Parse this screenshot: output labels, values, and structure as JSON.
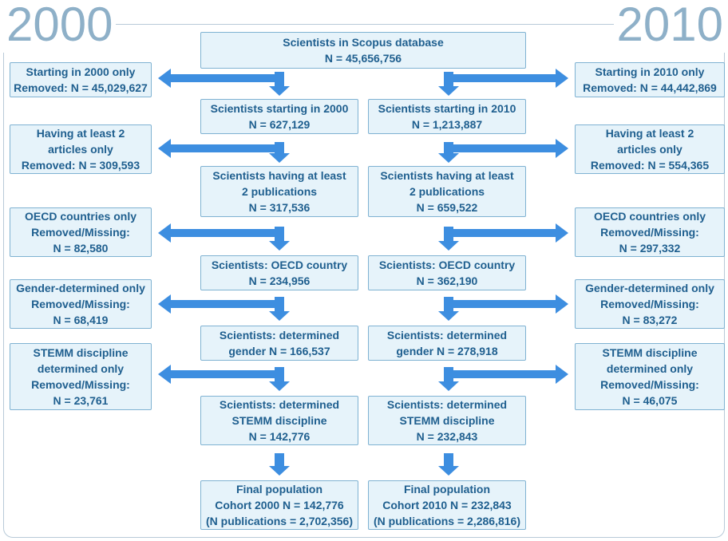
{
  "years": {
    "left": "2000",
    "right": "2010"
  },
  "colors": {
    "box_fill": "#e6f3fa",
    "box_border": "#7fb2d2",
    "text": "#1f5f8f",
    "arrow": "#3d8ee0",
    "year": "#8eb0c8"
  },
  "top": {
    "lines": [
      "Scientists in Scopus database",
      "N = 45,656,756"
    ]
  },
  "left_main": [
    {
      "lines": [
        "Scientists starting in 2000",
        "N = 627,129"
      ]
    },
    {
      "lines": [
        "Scientists having at least",
        "2 publications",
        "N = 317,536"
      ]
    },
    {
      "lines": [
        "Scientists: OECD country",
        "N = 234,956"
      ]
    },
    {
      "lines": [
        "Scientists: determined",
        "gender N = 166,537"
      ]
    },
    {
      "lines": [
        "Scientists: determined",
        "STEMM discipline",
        "N = 142,776"
      ]
    },
    {
      "lines": [
        "Final population",
        "Cohort 2000 N = 142,776",
        "(N publications = 2,702,356)"
      ]
    }
  ],
  "right_main": [
    {
      "lines": [
        "Scientists starting in 2010",
        "N = 1,213,887"
      ]
    },
    {
      "lines": [
        "Scientists having at least",
        "2 publications",
        "N = 659,522"
      ]
    },
    {
      "lines": [
        "Scientists: OECD country",
        "N = 362,190"
      ]
    },
    {
      "lines": [
        "Scientists: determined",
        "gender N = 278,918"
      ]
    },
    {
      "lines": [
        "Scientists: determined",
        "STEMM discipline",
        "N = 232,843"
      ]
    },
    {
      "lines": [
        "Final population",
        "Cohort 2010 N = 232,843",
        "(N publications = 2,286,816)"
      ]
    }
  ],
  "left_removed": [
    {
      "lines": [
        "Starting in 2000 only",
        "Removed: N = 45,029,627"
      ]
    },
    {
      "lines": [
        "Having at least 2",
        "articles only",
        "Removed: N = 309,593"
      ]
    },
    {
      "lines": [
        "OECD countries only",
        "Removed/Missing:",
        "N = 82,580"
      ]
    },
    {
      "lines": [
        "Gender-determined only",
        "Removed/Missing:",
        "N = 68,419"
      ]
    },
    {
      "lines": [
        "STEMM discipline",
        "determined only",
        "Removed/Missing:",
        "N = 23,761"
      ]
    }
  ],
  "right_removed": [
    {
      "lines": [
        "Starting in 2010 only",
        "Removed: N = 44,442,869"
      ]
    },
    {
      "lines": [
        "Having at least 2",
        "articles only",
        "Removed: N = 554,365"
      ]
    },
    {
      "lines": [
        "OECD countries only",
        "Removed/Missing:",
        "N = 297,332"
      ]
    },
    {
      "lines": [
        "Gender-determined only",
        "Removed/Missing:",
        "N = 83,272"
      ]
    },
    {
      "lines": [
        "STEMM discipline",
        "determined only",
        "Removed/Missing:",
        "N = 46,075"
      ]
    }
  ]
}
